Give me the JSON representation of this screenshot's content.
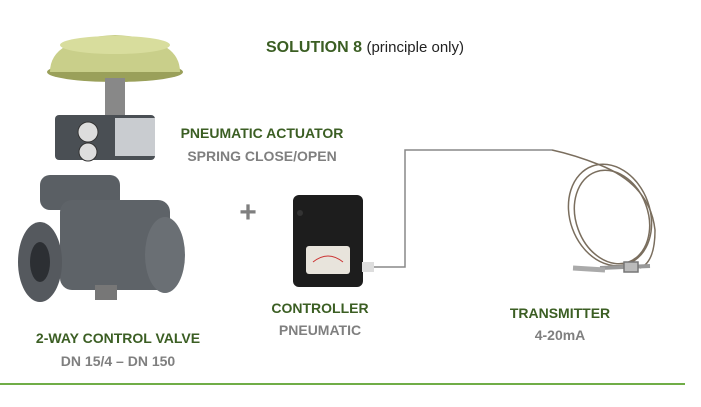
{
  "title": {
    "main": "SOLUTION 8",
    "note": "(principle only)"
  },
  "actuator": {
    "name": "PNEUMATIC ACTUATOR",
    "detail": "SPRING CLOSE/OPEN"
  },
  "plus": "+",
  "controller": {
    "name": "CONTROLLER",
    "detail": "PNEUMATIC"
  },
  "transmitter": {
    "name": "TRANSMITTER",
    "detail": "4-20mA"
  },
  "valve": {
    "name": "2-WAY CONTROL VALVE",
    "detail": "DN 15/4 – DN 150"
  },
  "colors": {
    "accent_green": "#3b5e23",
    "rule": "#70ad47",
    "secondary": "#7f7f7f",
    "actuator": "#c9cf8a"
  }
}
